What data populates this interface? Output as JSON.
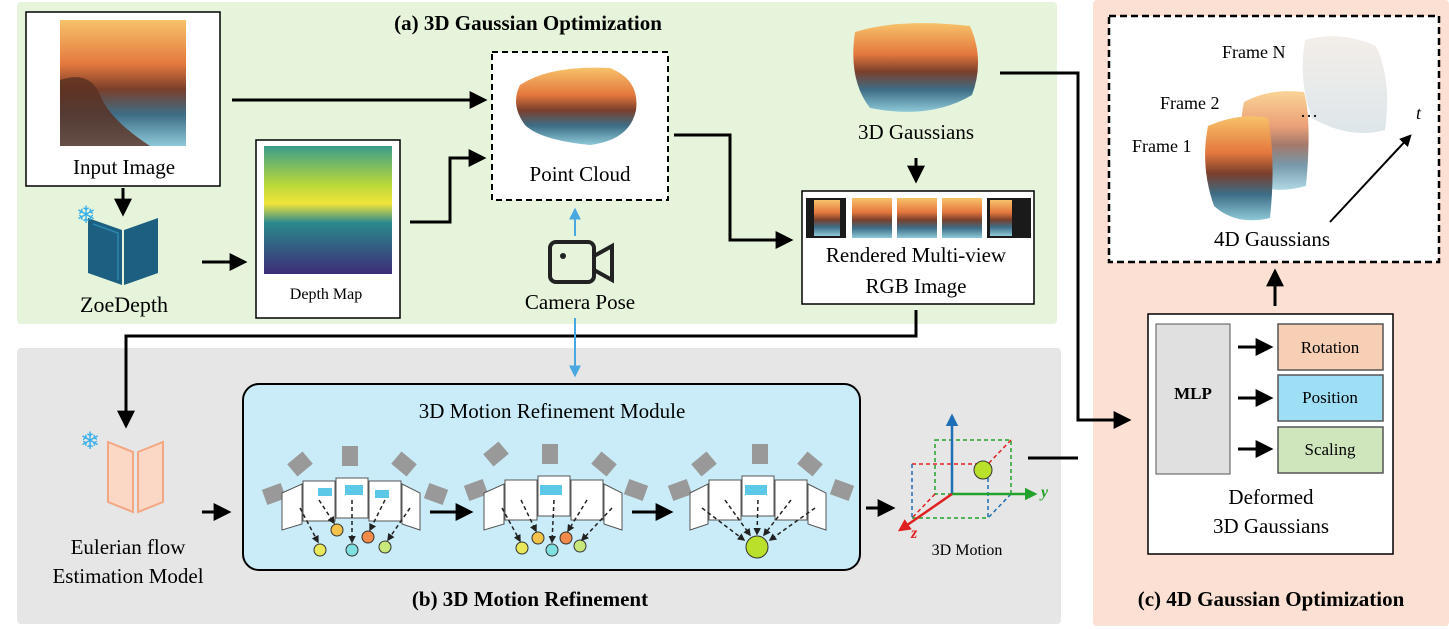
{
  "sections": {
    "a_title": "(a) 3D Gaussian Optimization",
    "b_title": "(b) 3D Motion Refinement",
    "c_title": "(c) 4D Gaussian Optimization"
  },
  "labels": {
    "input_image": "Input Image",
    "zoedepth": "ZoeDepth",
    "depth_map": "Depth Map",
    "point_cloud": "Point Cloud",
    "camera_pose": "Camera Pose",
    "gaussians_3d": "3D Gaussians",
    "rendered_line1": "Rendered Multi-view",
    "rendered_line2": "RGB Image",
    "eulerian_line1": "Eulerian flow",
    "eulerian_line2": "Estimation Model",
    "motion_module": "3D Motion Refinement Module",
    "motion_3d": "3D Motion",
    "axis_y": "y",
    "axis_z": "z",
    "frame_n": "Frame N",
    "frame_2": "Frame 2",
    "frame_1": "Frame 1",
    "axis_t": "t",
    "gaussians_4d": "4D Gaussians",
    "mlp": "MLP",
    "rotation": "Rotation",
    "position": "Position",
    "scaling": "Scaling",
    "deformed_line1": "Deformed",
    "deformed_line2": "3D Gaussians",
    "ellipsis": "…",
    "snowflake": "❄"
  },
  "colors": {
    "panel_a": "#e6f4dc",
    "panel_b": "#e6e6e6",
    "panel_c": "#fbe0d3",
    "motion_module_bg": "#c9ecf8",
    "rotation": "#f7cfb5",
    "position": "#9fdff5",
    "scaling": "#cfe6bd",
    "mlp": "#e0e0e0",
    "zoedepth": "#1c5f80",
    "eulerian": "#f3a682",
    "camera_arrow": "#4aa8e0"
  },
  "icons": [
    "snowflake-icon",
    "camera-icon",
    "network-icon"
  ]
}
